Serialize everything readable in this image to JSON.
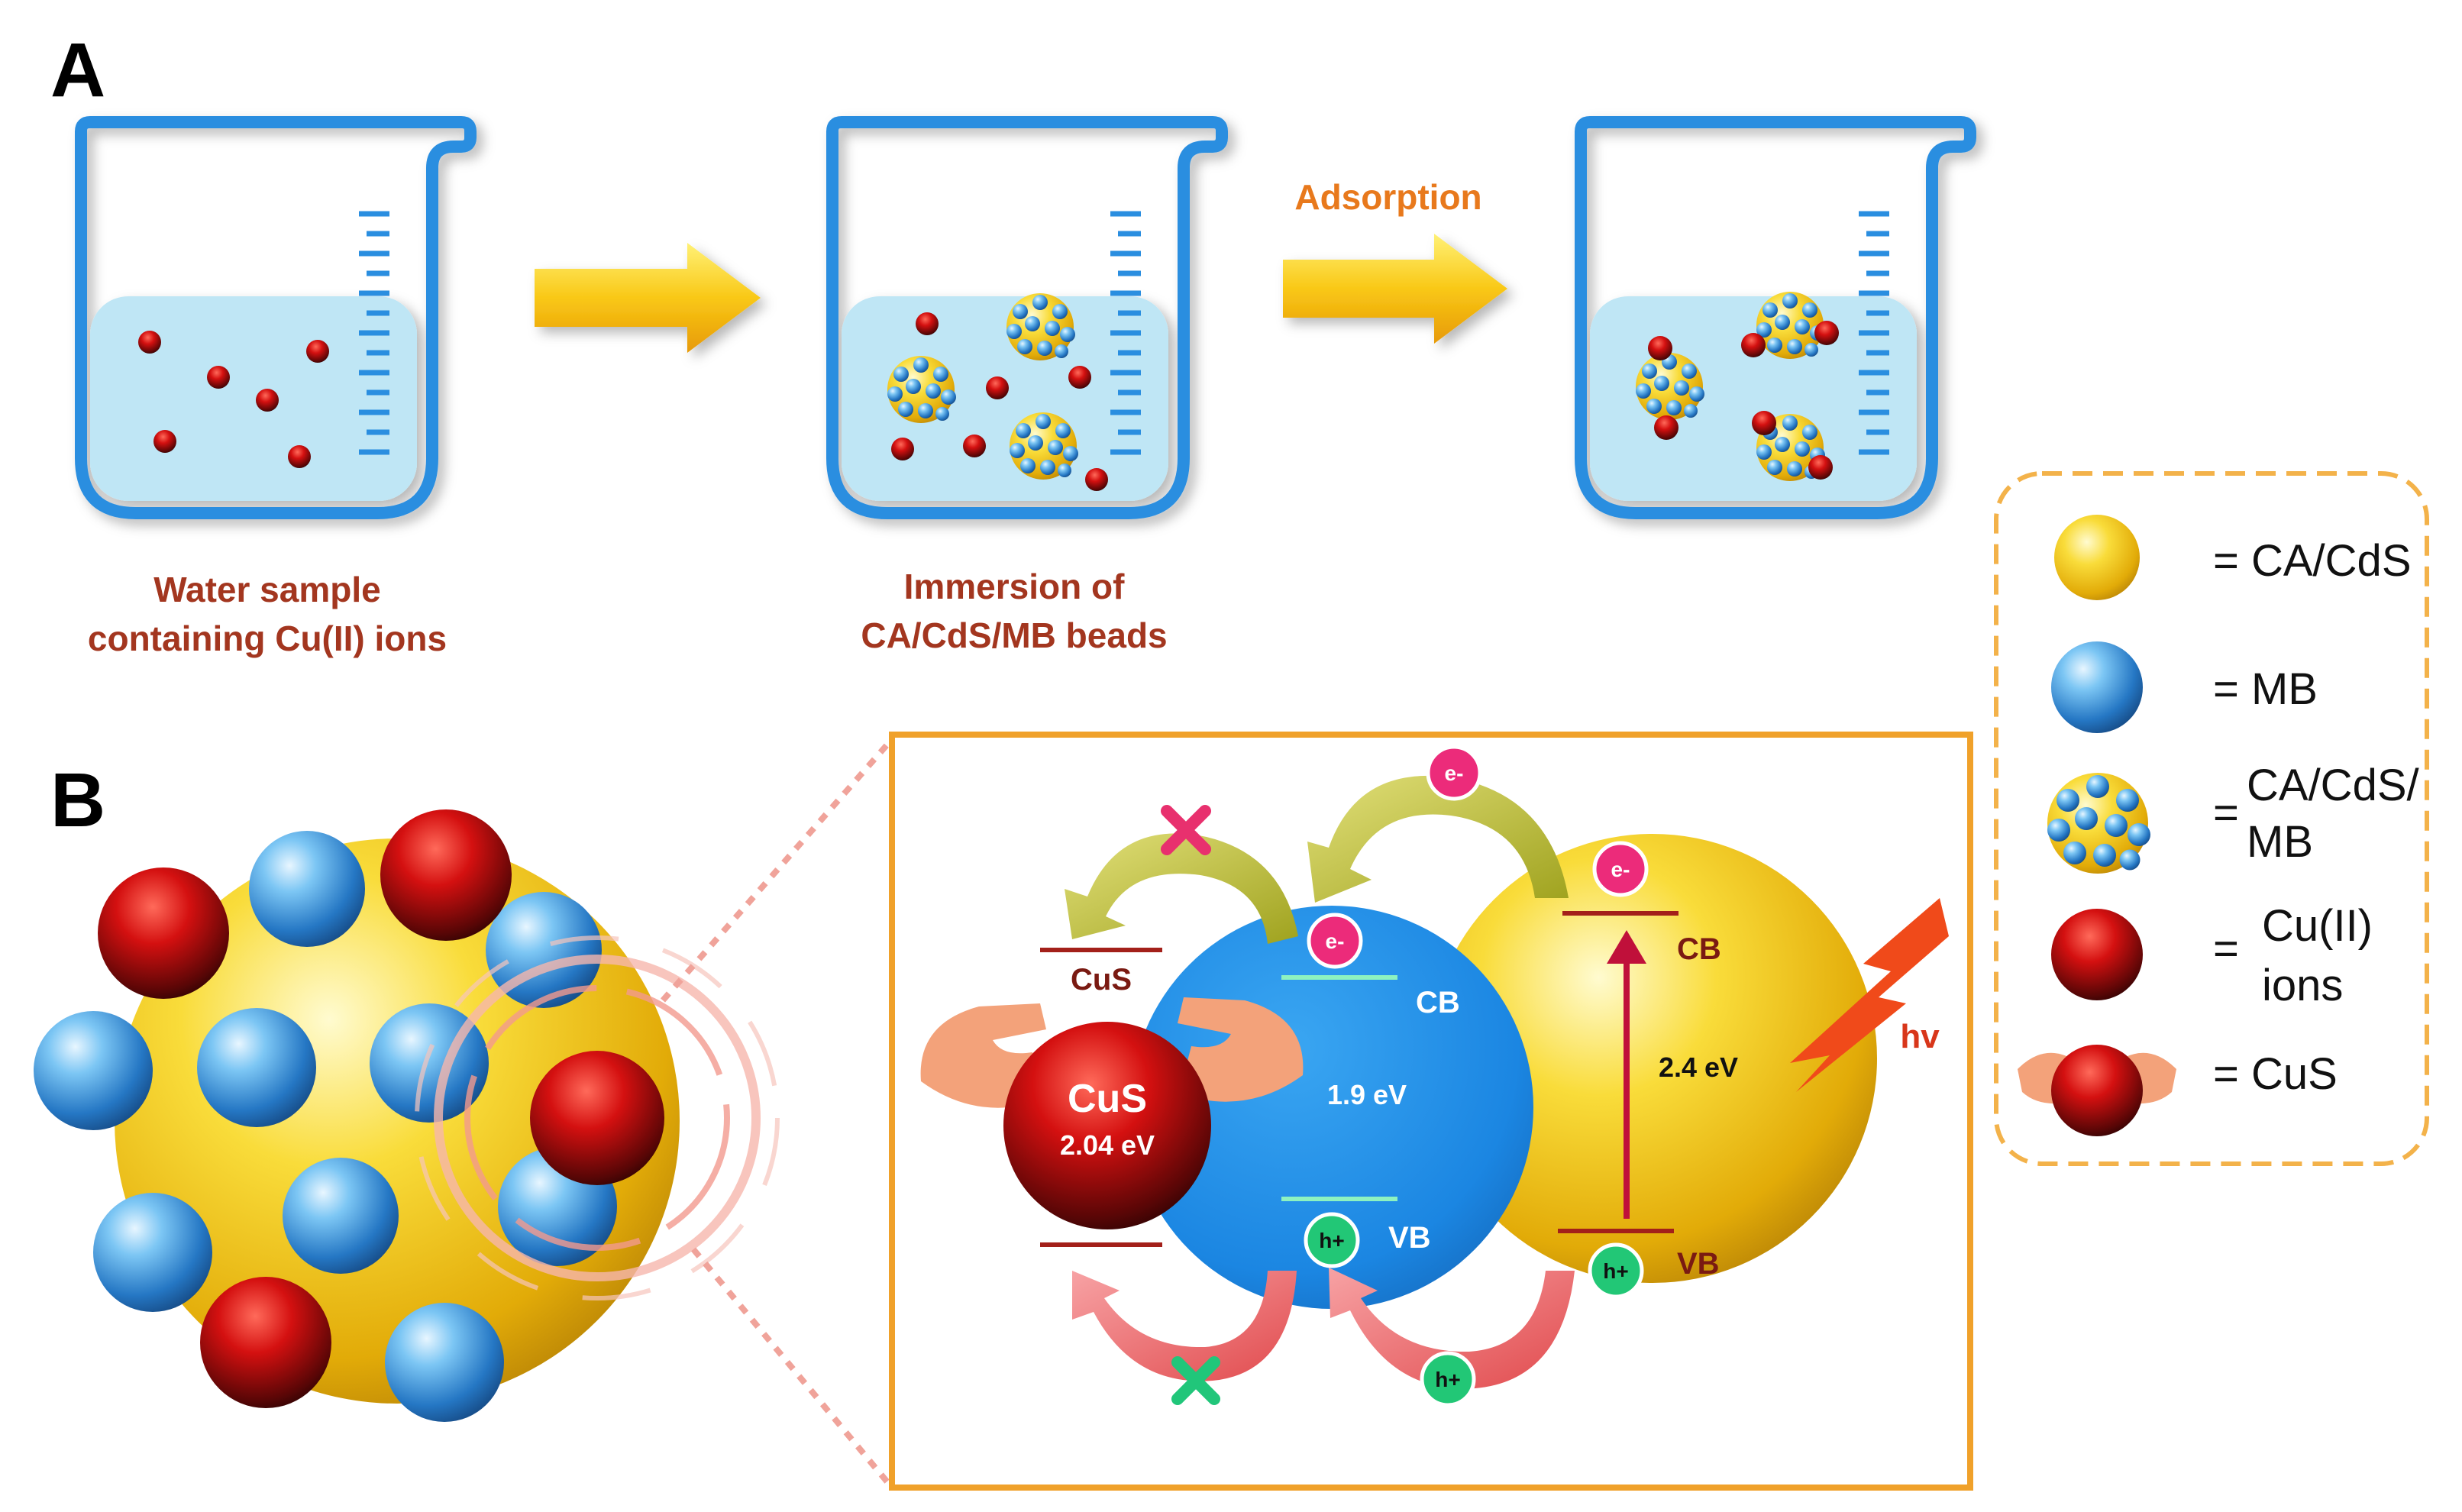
{
  "panel_a": {
    "letter": "A",
    "beaker1_caption": [
      "Water sample",
      "containing Cu(II) ions"
    ],
    "beaker2_caption": [
      "Immersion of",
      "CA/CdS/MB beads"
    ],
    "arrow2_label": "Adsorption"
  },
  "panel_b": {
    "letter": "B",
    "cus_band_label": "CuS",
    "cus_sphere_title": "CuS",
    "cus_sphere_gap": "2.04 eV",
    "mb_cb": "CB",
    "mb_vb": "VB",
    "mb_gap": "1.9 eV",
    "cds_cb": "CB",
    "cds_vb": "VB",
    "cds_gap": "2.4 eV",
    "electron": "e-",
    "hole": "h+",
    "light": "hv"
  },
  "legend": {
    "items": [
      {
        "label": "= CA/CdS"
      },
      {
        "label": "= MB"
      },
      {
        "label_lines": [
          "CA/CdS/",
          "MB"
        ],
        "prefix": "="
      },
      {
        "label_lines": [
          "Cu(II)",
          "ions"
        ],
        "prefix": "="
      },
      {
        "label": "= CuS"
      }
    ]
  },
  "colors": {
    "beaker_blue": "#2a8ee0",
    "water": "#bfe6f5",
    "arrow_yellow": "#f7c20e",
    "caption_red": "#a3361f",
    "adsorption_orange": "#e8791c",
    "box_orange": "#f0a12a",
    "mb_blue": "#1d8fe6",
    "cds_yellow": "#f2c619",
    "cu_red": "#c01010",
    "electron_pink": "#ec2b7a",
    "hole_green": "#22c776"
  }
}
